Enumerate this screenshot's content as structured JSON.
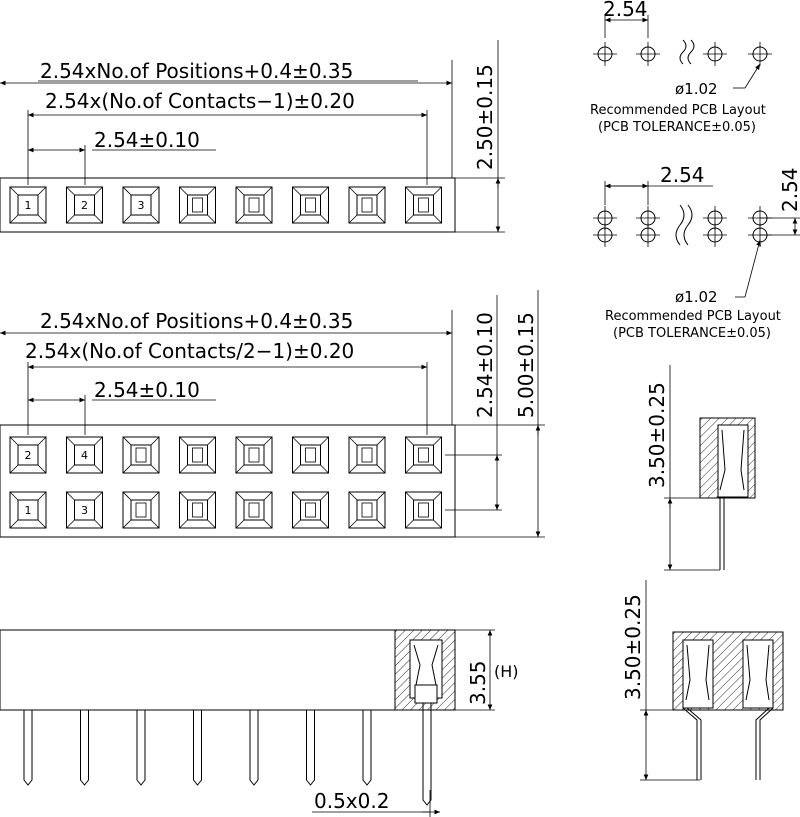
{
  "single_row": {
    "overall_length": "2.54xNo.of Positions+0.4±0.35",
    "contact_span": "2.54x(No.of Contacts−1)±0.20",
    "pitch": "2.54±0.10",
    "height": "2.50±0.15",
    "pin_numbers": [
      "1",
      "2",
      "3"
    ]
  },
  "double_row": {
    "overall_length": "2.54xNo.of Positions+0.4±0.35",
    "contact_span": "2.54x(No.of Contacts/2−1)±0.20",
    "pitch": "2.54±0.10",
    "row_pitch": "2.54±0.10",
    "height": "5.00±0.15",
    "top_pin_numbers": [
      "2",
      "4"
    ],
    "bottom_pin_numbers": [
      "1",
      "3"
    ]
  },
  "side_view": {
    "height": "3.55",
    "height_code": "(H)",
    "pin_size": "0.5x0.2"
  },
  "pcb_single": {
    "pitch": "2.54",
    "hole": "ø1.02",
    "title": "Recommended PCB Layout",
    "tolerance": "(PCB TOLERANCE±0.05)"
  },
  "pcb_double": {
    "pitch_x": "2.54",
    "pitch_y": "2.54",
    "hole": "ø1.02",
    "title": "Recommended PCB Layout",
    "tolerance": "(PCB TOLERANCE±0.05)"
  },
  "section_single": {
    "tail_length": "3.50±0.25"
  },
  "section_double": {
    "tail_length": "3.50±0.25"
  }
}
